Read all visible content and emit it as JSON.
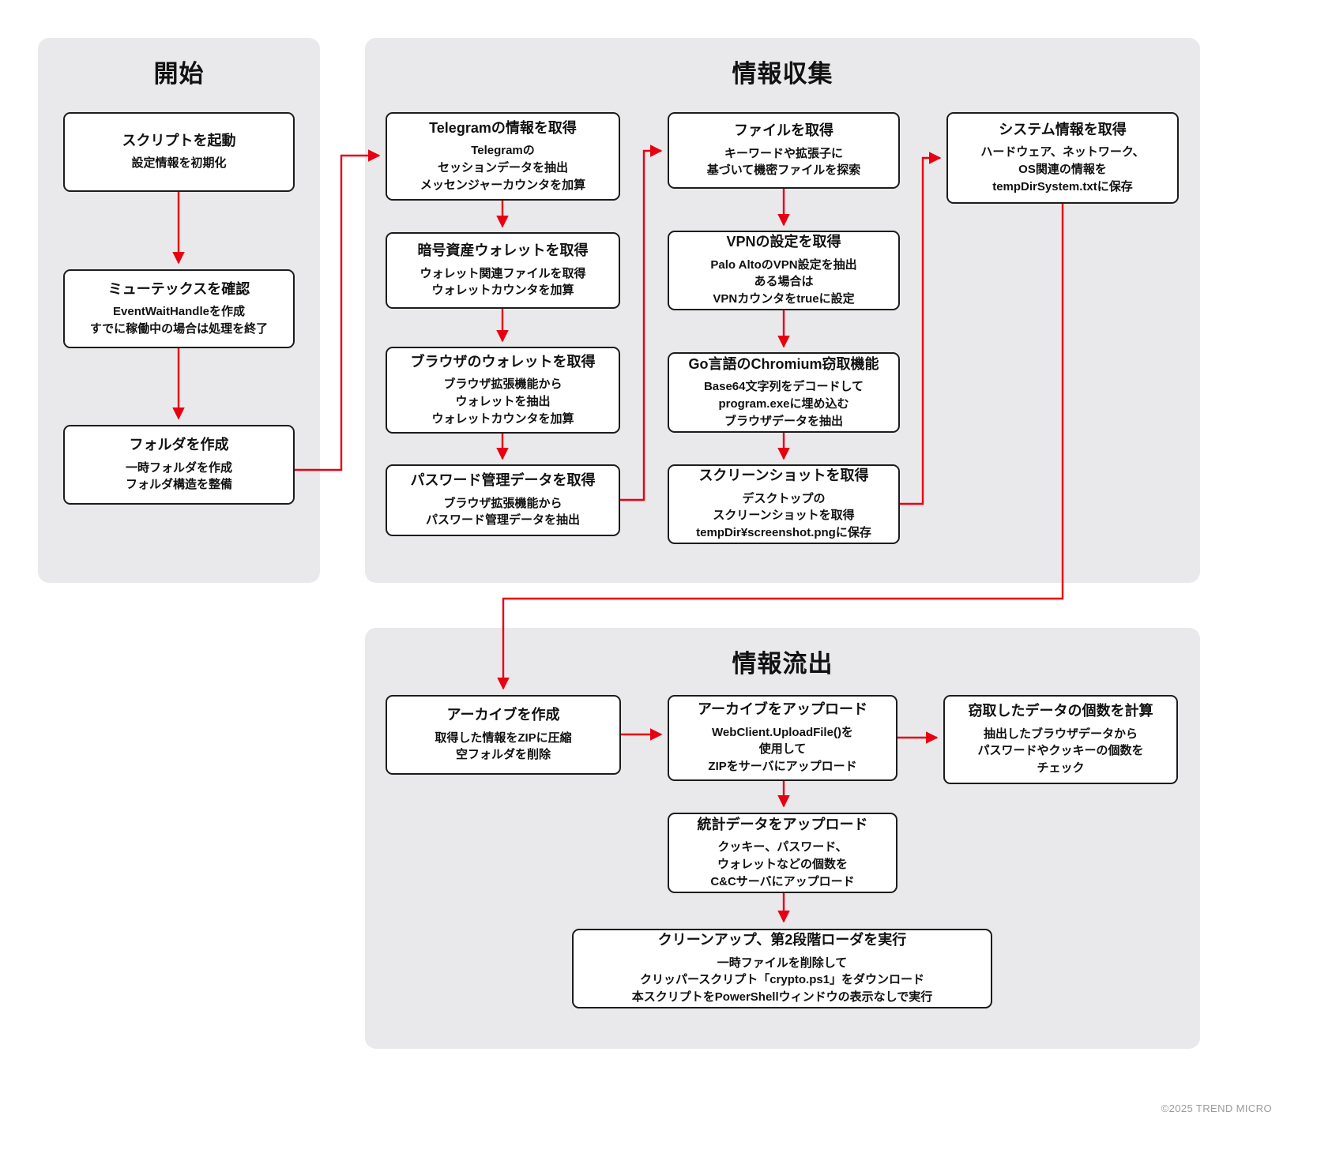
{
  "colors": {
    "accent": "#e60012",
    "section_bg": "#e9e9eb",
    "box_border": "#1c1c1c"
  },
  "watermark": "©2025 TREND MICRO",
  "sections": {
    "start": {
      "title": "開始"
    },
    "collect": {
      "title": "情報収集"
    },
    "exfil": {
      "title": "情報流出"
    }
  },
  "nodes": {
    "launch": {
      "title": "スクリプトを起動",
      "body": [
        "設定情報を初期化"
      ]
    },
    "mutex": {
      "title": "ミューテックスを確認",
      "body": [
        "EventWaitHandleを作成",
        "すでに稼働中の場合は処理を終了"
      ]
    },
    "folder": {
      "title": "フォルダを作成",
      "body": [
        "一時フォルダを作成",
        "フォルダ構造を整備"
      ]
    },
    "telegram": {
      "title": "Telegramの情報を取得",
      "body": [
        "Telegramの",
        "セッションデータを抽出",
        "メッセンジャーカウンタを加算"
      ]
    },
    "crypto_wallet": {
      "title": "暗号資産ウォレットを取得",
      "body": [
        "ウォレット関連ファイルを取得",
        "ウォレットカウンタを加算"
      ]
    },
    "browser_wallet": {
      "title": "ブラウザのウォレットを取得",
      "body": [
        "ブラウザ拡張機能から",
        "ウォレットを抽出",
        "ウォレットカウンタを加算"
      ]
    },
    "password_mgr": {
      "title": "パスワード管理データを取得",
      "body": [
        "ブラウザ拡張機能から",
        "パスワード管理データを抽出"
      ]
    },
    "files": {
      "title": "ファイルを取得",
      "body": [
        "キーワードや拡張子に",
        "基づいて機密ファイルを探索"
      ]
    },
    "vpn": {
      "title": "VPNの設定を取得",
      "body": [
        "Palo AltoのVPN設定を抽出",
        "ある場合は",
        "VPNカウンタをtrueに設定"
      ]
    },
    "go_chromium": {
      "title": "Go言語のChromium窃取機能",
      "body": [
        "Base64文字列をデコードして",
        "program.exeに埋め込む",
        "ブラウザデータを抽出"
      ]
    },
    "screenshot": {
      "title": "スクリーンショットを取得",
      "body": [
        "デスクトップの",
        "スクリーンショットを取得",
        "tempDir¥screenshot.pngに保存"
      ]
    },
    "sysinfo": {
      "title": "システム情報を取得",
      "body": [
        "ハードウェア、ネットワーク、",
        "OS関連の情報を",
        "tempDirSystem.txtに保存"
      ]
    },
    "archive": {
      "title": "アーカイブを作成",
      "body": [
        "取得した情報をZIPに圧縮",
        "空フォルダを削除"
      ]
    },
    "upload_archive": {
      "title": "アーカイブをアップロード",
      "body": [
        "WebClient.UploadFile()を",
        "使用して",
        "ZIPをサーバにアップロード"
      ]
    },
    "count_data": {
      "title": "窃取したデータの個数を計算",
      "body": [
        "抽出したブラウザデータから",
        "パスワードやクッキーの個数を",
        "チェック"
      ]
    },
    "upload_stats": {
      "title": "統計データをアップロード",
      "body": [
        "クッキー、パスワード、",
        "ウォレットなどの個数を",
        "C&Cサーバにアップロード"
      ]
    },
    "cleanup": {
      "title": "クリーンアップ、第2段階ローダを実行",
      "body": [
        "一時ファイルを削除して",
        "クリッパースクリプト「crypto.ps1」をダウンロード",
        "本スクリプトをPowerShellウィンドウの表示なしで実行"
      ]
    }
  }
}
